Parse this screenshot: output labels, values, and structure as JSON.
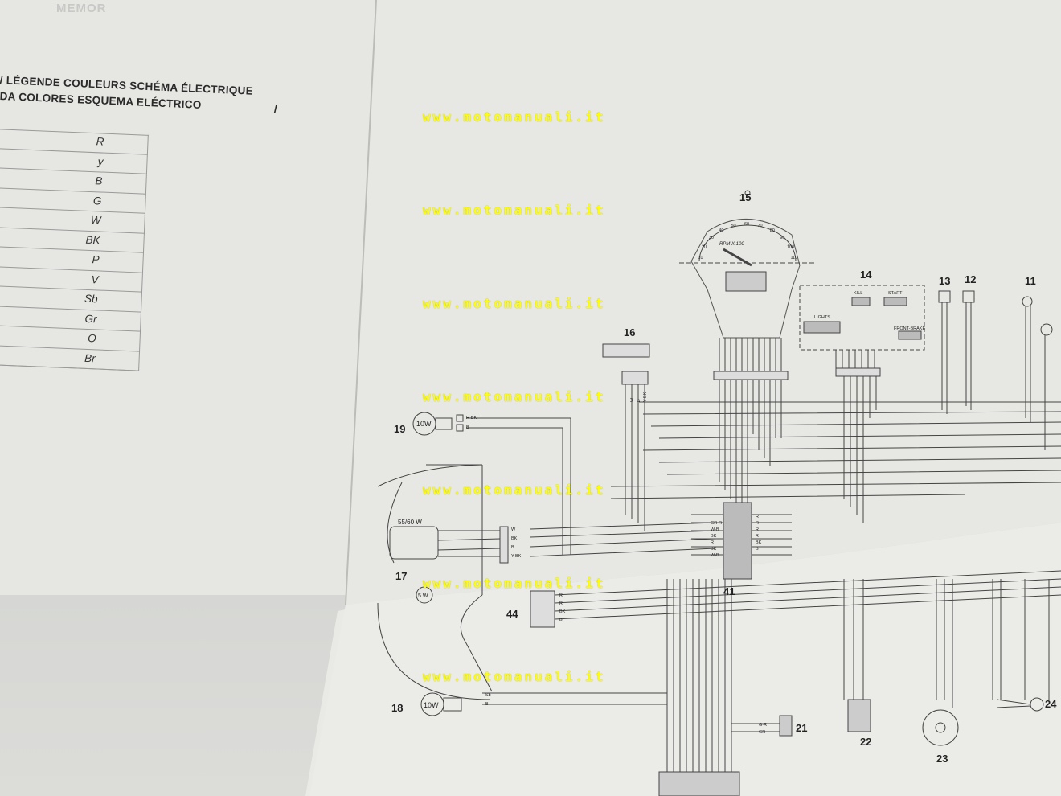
{
  "header": {
    "memo_label": "MEMOR"
  },
  "legend": {
    "title_line1": "/ LÉGENDE COULEURS SCHÉMA ÉLECTRIQUE",
    "title_line2": "DA COLORES ESQUEMA ELÉCTRICO",
    "title_slash": "/",
    "codes": [
      "R",
      "y",
      "B",
      "G",
      "W",
      "BK",
      "P",
      "V",
      "Sb",
      "Gr",
      "O",
      "Br"
    ]
  },
  "watermark": {
    "text": "www.motomanuali.it"
  },
  "diagram": {
    "components": {
      "c11": "11",
      "c12": "12",
      "c13": "13",
      "c14": "14",
      "c15": "15",
      "c16": "16",
      "c17": "17",
      "c18": "18",
      "c19": "19",
      "c21": "21",
      "c22": "22",
      "c23": "23",
      "c24": "24",
      "c41": "41",
      "c44": "44"
    },
    "bulbs": {
      "b19": "10W",
      "b18": "10W",
      "b17": "5 W",
      "headlight": "55/60 W"
    },
    "switch_labels": {
      "kill": "KILL",
      "start": "START",
      "lights": "LIGHTS",
      "front_brake": "FRONT-BRAKE"
    },
    "gauge": {
      "scale": [
        "10",
        "20",
        "30",
        "40",
        "50",
        "60",
        "70",
        "80",
        "90",
        "100",
        "110"
      ],
      "rpm": "RPM X 100"
    },
    "wires": {
      "w19": [
        "R-BK",
        "B"
      ],
      "w18": [
        "Sb",
        "B"
      ],
      "w17": [
        "W",
        "BK",
        "B",
        "Y-BK"
      ],
      "w44": [
        "R",
        "R",
        "BK",
        "B"
      ],
      "w41_left": [
        "GR-R",
        "W-B",
        "BK",
        "R",
        "BK",
        "W-B"
      ],
      "w41_right": [
        "R",
        "R",
        "R",
        "R",
        "BK",
        "B"
      ],
      "w21": [
        "G-R",
        "GR"
      ],
      "w16": [
        "W",
        "B",
        "Y-BK"
      ]
    }
  }
}
